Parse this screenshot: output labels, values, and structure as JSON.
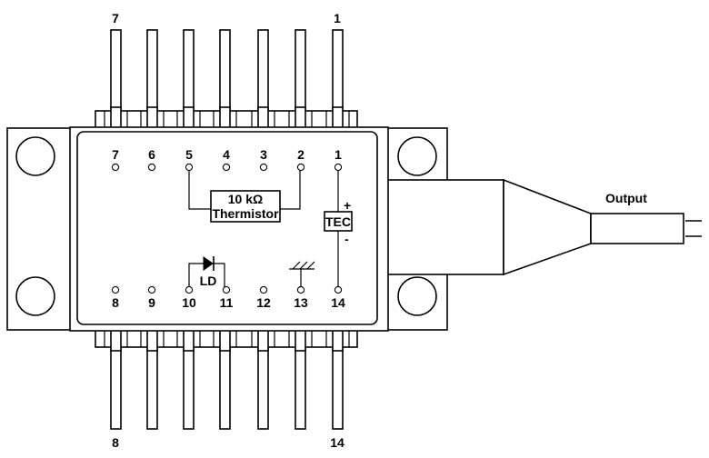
{
  "diagram": {
    "pin_labels_inner_top": [
      "7",
      "6",
      "5",
      "4",
      "3",
      "2",
      "1"
    ],
    "pin_labels_inner_bottom": [
      "8",
      "9",
      "10",
      "11",
      "12",
      "13",
      "14"
    ],
    "outer_top_left": "7",
    "outer_top_right": "1",
    "outer_bottom_left": "8",
    "outer_bottom_right": "14",
    "thermistor_line1": "10 kΩ",
    "thermistor_line2": "Thermistor",
    "tec_label": "TEC",
    "tec_plus": "+",
    "tec_minus": "-",
    "ld_label": "LD",
    "output_label": "Output"
  }
}
